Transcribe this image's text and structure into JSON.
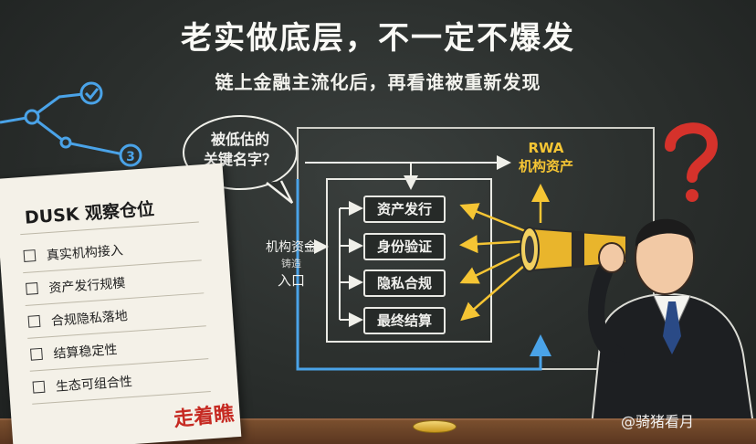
{
  "title": "老实做底层，不一定不爆发",
  "subtitle": "链上金融主流化后，再看谁被重新发现",
  "bubble": {
    "line1": "被低估的",
    "line2": "关键名字？"
  },
  "diagram": {
    "entry_line1": "机构资金",
    "entry_line2": "铸造",
    "entry_line3": "入口",
    "steps": [
      "资产发行",
      "身份验证",
      "隐私合规",
      "最终结算"
    ],
    "rwa_line1": "RWA",
    "rwa_line2": "机构资产"
  },
  "checklist": {
    "title": "DUSK 观察仓位",
    "items": [
      "真实机构接入",
      "资产发行规模",
      "合规隐私落地",
      "结算稳定性",
      "生态可组合性"
    ],
    "stamp": "走着瞧"
  },
  "watermark": "@骑猪看月",
  "colors": {
    "board": "#2c302e",
    "accent_yellow": "#f5c534",
    "arrow_blue": "#4aa3e8",
    "question_red": "#d5322b",
    "chalk": "#f0f0ea"
  },
  "icons": [
    "check-circle-icon",
    "step-3-icon",
    "question-mark-icon",
    "telescope-icon",
    "coin-icon"
  ]
}
